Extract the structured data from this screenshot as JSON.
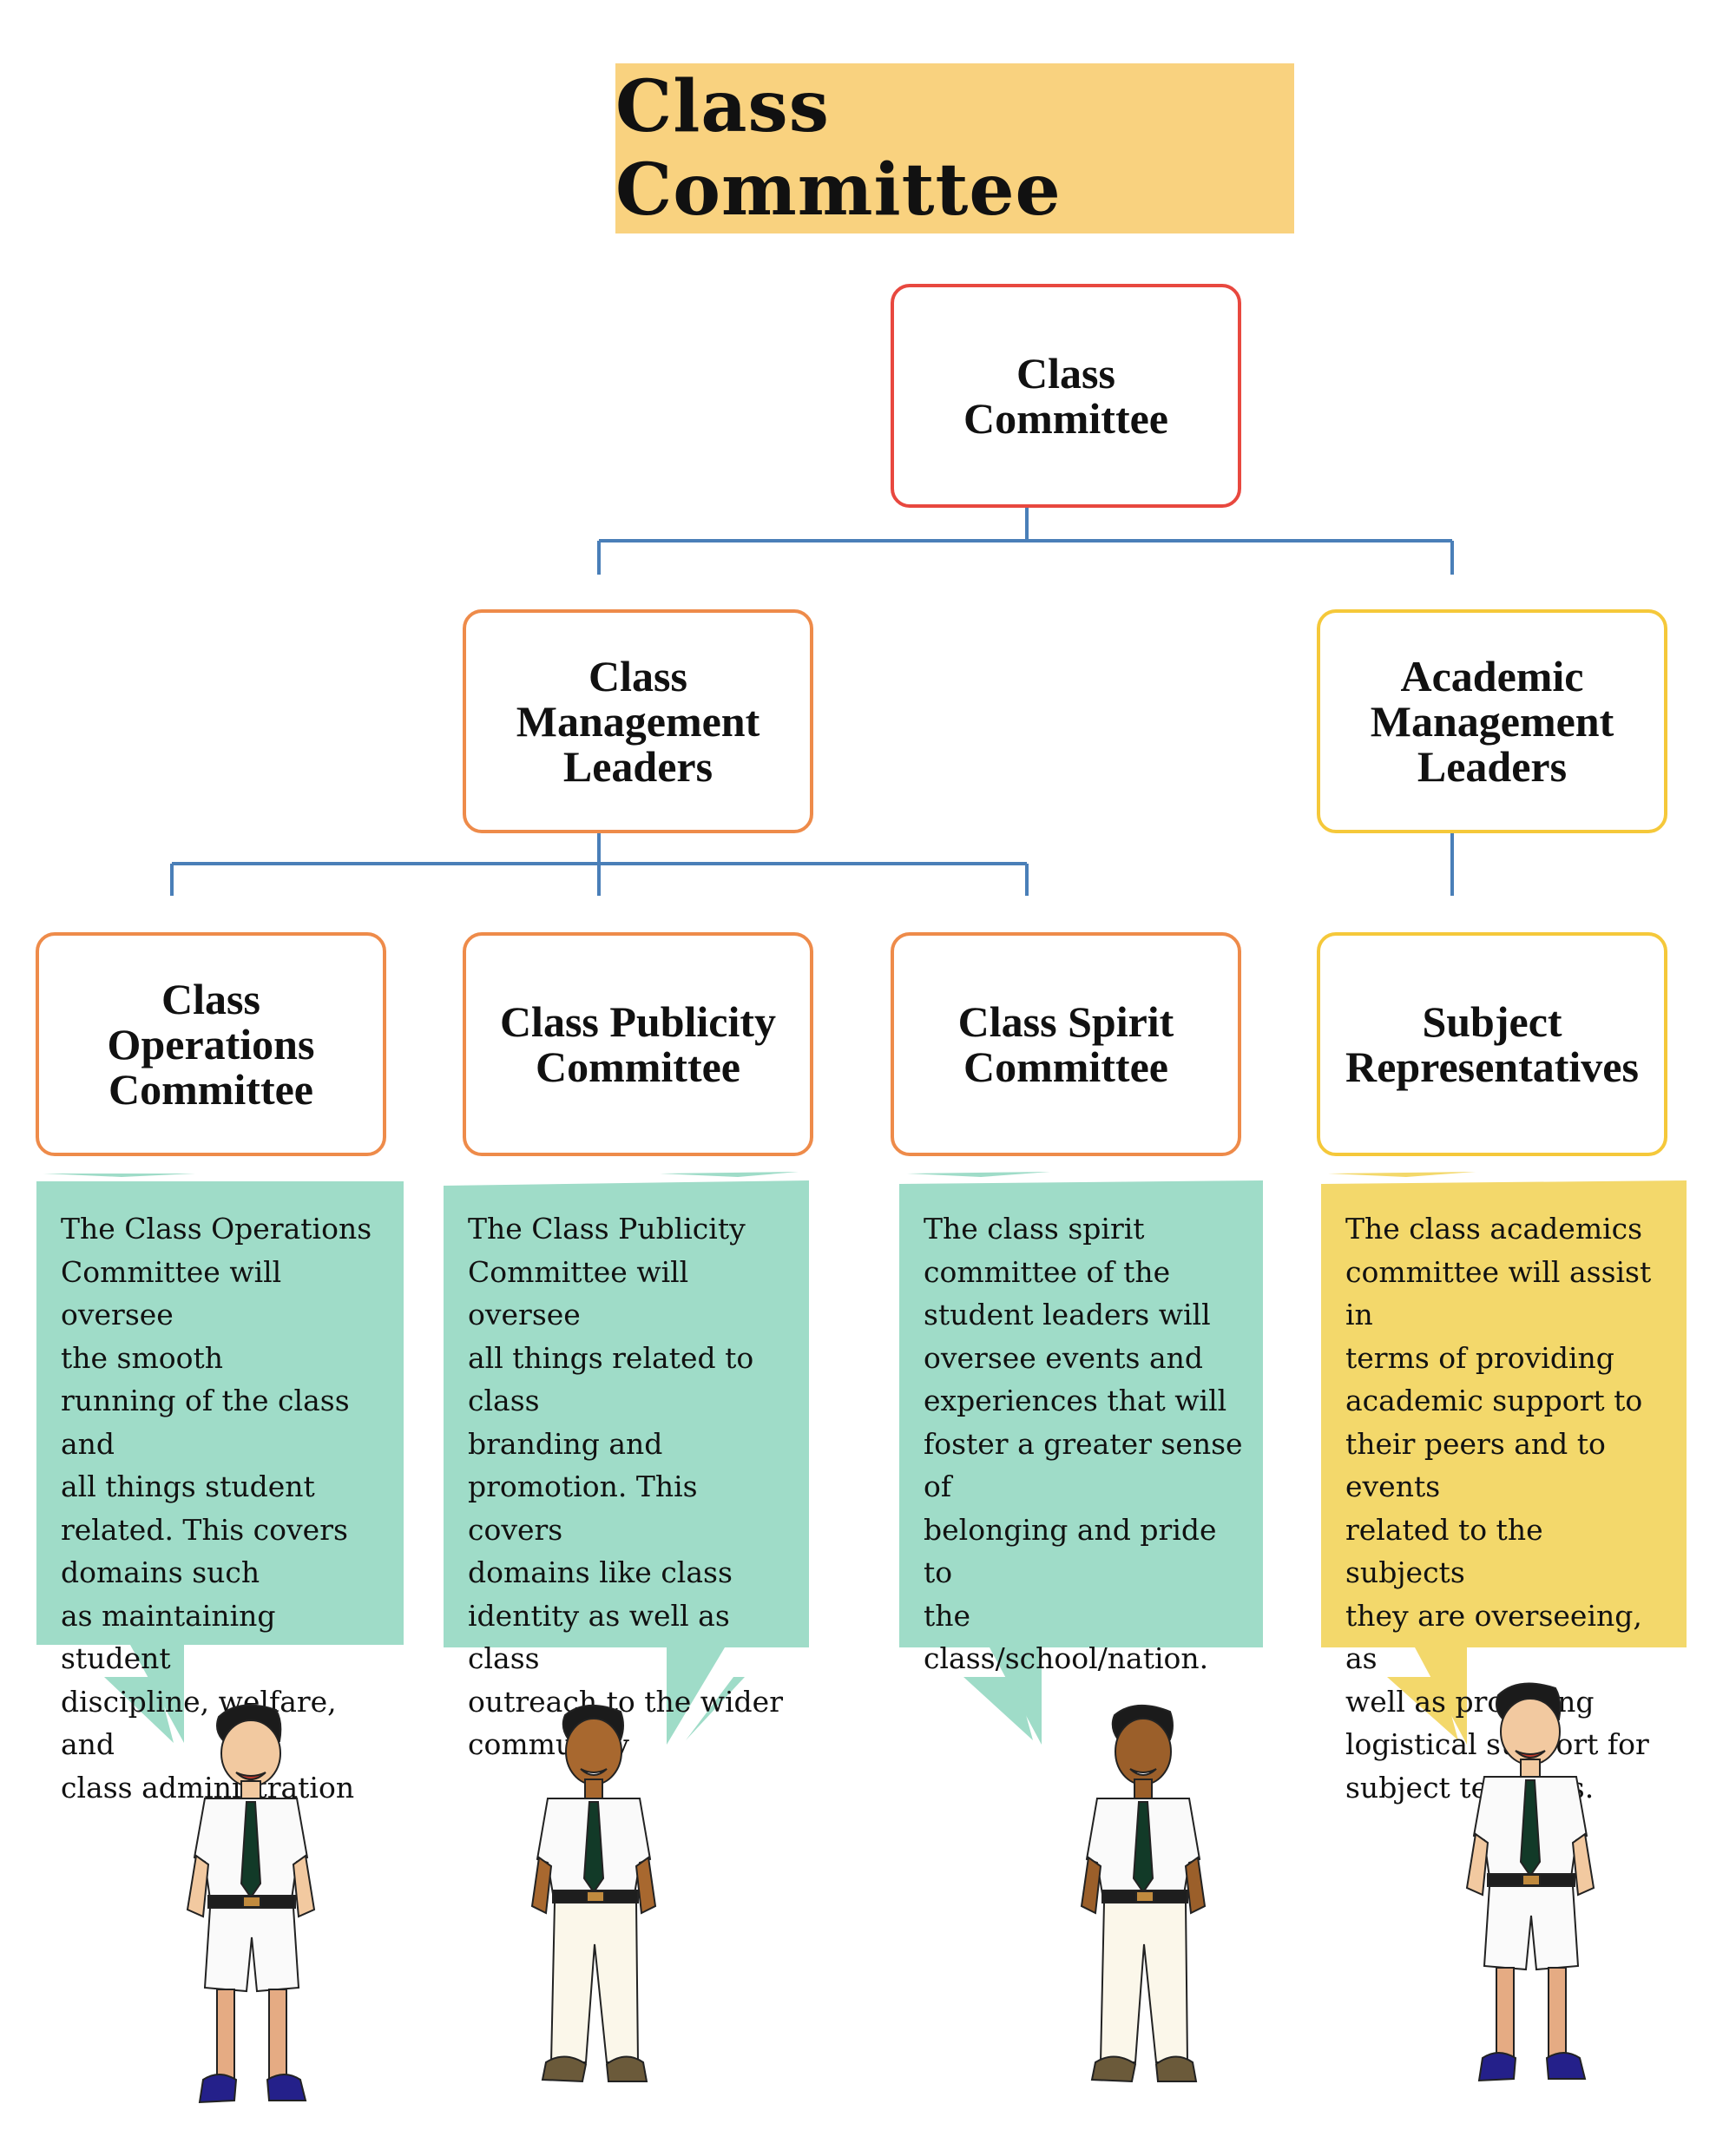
{
  "title": "Class Committee",
  "colors": {
    "banner": "#f9d27f",
    "root_border": "#e8483f",
    "orange_border": "#ee8b4a",
    "yellow_border": "#f5c83a",
    "connector": "#4a7fb8",
    "bubble_green": "#9fdcc8",
    "bubble_yellow": "#f3d86b"
  },
  "nodes": {
    "root": "Class\nCommittee",
    "class_management": "Class\nManagement\nLeaders",
    "academic_management": "Academic\nManagement\nLeaders",
    "operations": "Class\nOperations\nCommittee",
    "publicity": "Class Publicity\nCommittee",
    "spirit": "Class Spirit\nCommittee",
    "subject_reps": "Subject\nRepresentatives"
  },
  "descriptions": {
    "operations": "The Class Operations\nCommittee will oversee\nthe smooth\nrunning of the class and\nall things student\nrelated. This covers\ndomains such\nas maintaining student\ndiscipline, welfare, and\nclass administration",
    "publicity": "The Class Publicity\nCommittee will oversee\nall things related to class\nbranding and\npromotion. This covers\ndomains like class\nidentity as well as class\noutreach to the wider\ncommunity",
    "spirit": "The class spirit\ncommittee of the\nstudent leaders will\noversee events and\nexperiences that will\nfoster a greater sense of\nbelonging and pride to\nthe class/school/nation.",
    "academics": "The class academics\ncommittee will assist in\nterms of providing\nacademic support to\ntheir peers and to events\nrelated to the subjects\nthey are overseeing, as\nwell as providing\nlogistical support for\nsubject teachers."
  },
  "students": [
    {
      "icon": "student-shorts-light-skin-icon"
    },
    {
      "icon": "student-trousers-dark-skin-icon"
    },
    {
      "icon": "student-trousers-dark-skin-icon"
    },
    {
      "icon": "student-shorts-light-skin-icon"
    }
  ]
}
